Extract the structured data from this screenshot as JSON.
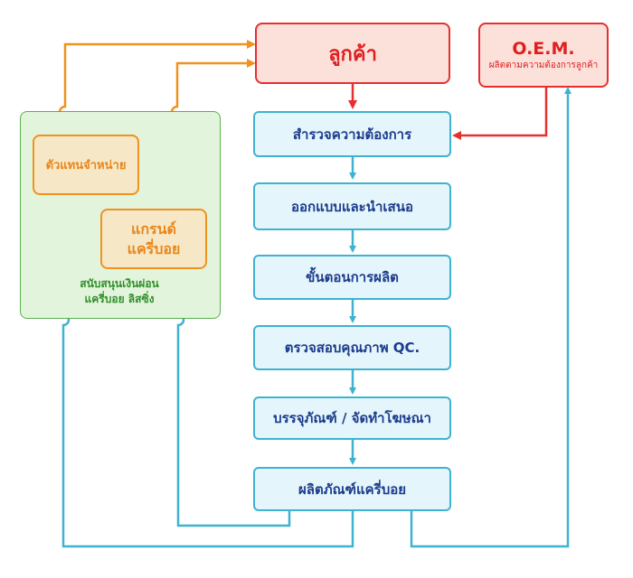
{
  "customer": {
    "label": "ลูกค้า"
  },
  "oem": {
    "title": "O.E.M.",
    "subtitle": "ผลิตตามความต้องการลูกค้า"
  },
  "process_steps": [
    "สำรวจความต้องการ",
    "ออกแบบและนำเสนอ",
    "ขั้นตอนการผลิต",
    "ตรวจสอบคุณภาพ QC.",
    "บรรจุภัณฑ์ / จัดทำโฆษณา",
    "ผลิตภัณฑ์แครี่บอย"
  ],
  "support_group": {
    "dealer": "ตัวแทนจำหน่าย",
    "brand_line1": "แกรนด์",
    "brand_line2": "แครี่บอย",
    "financing": "สนับสนุนเงินผ่อน\nแครี่บอย ลิสซิ่ง"
  },
  "colors": {
    "process_flow": "#3fb2d1",
    "customer_flow": "#e53030",
    "support_flow": "#f0921e",
    "support_group": "#58b04a"
  }
}
